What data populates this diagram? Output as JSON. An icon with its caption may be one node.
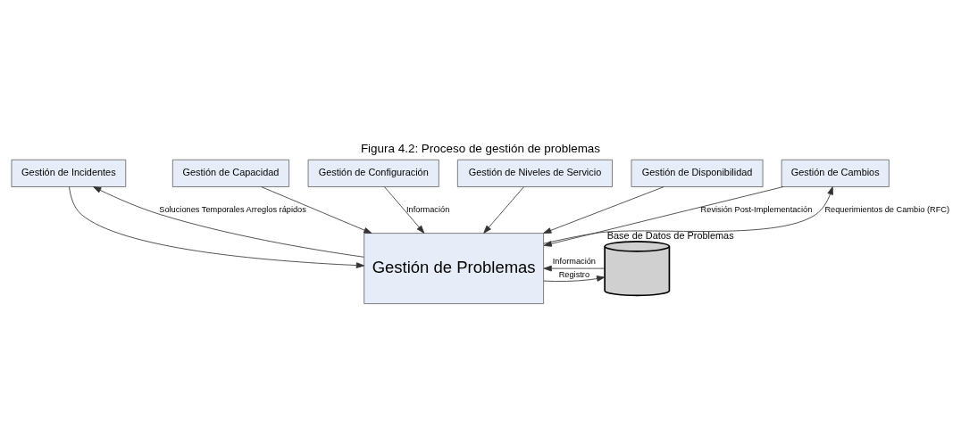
{
  "diagram": {
    "title": "Figura 4.2: Proceso de gestión de problemas",
    "nodes": [
      {
        "text": [
          "Gestión de Incidentes"
        ]
      },
      {
        "text": [
          "Gestión de Capacidad"
        ]
      },
      {
        "text": [
          "Gestión de Configuración"
        ]
      },
      {
        "text": [
          "Gestión de Niveles de Servicio"
        ]
      },
      {
        "text": [
          "Gestión de Disponibilidad"
        ]
      },
      {
        "text": [
          "Gestión de Problemas"
        ]
      },
      {
        "text": [],
        "shape": "cylinder",
        "beside": [
          "Base de Datos de Problemas"
        ]
      },
      {
        "text": [
          "Gestión de Cambios"
        ]
      }
    ],
    "edges": [
      {
        "from": 0,
        "to": 5,
        "arrow": "to"
      },
      {
        "from": 1,
        "to": 5,
        "arrow": "to"
      },
      {
        "from": 2,
        "to": 5,
        "arrow": "to",
        "label": "Información"
      },
      {
        "from": 3,
        "to": 5,
        "arrow": "to"
      },
      {
        "from": 4,
        "to": 5,
        "arrow": "to"
      },
      {
        "from": 5,
        "to": 0,
        "arrow": "to",
        "label": "Soluciones Temporales Arreglos rápidos"
      },
      {
        "from": 5,
        "to": 6,
        "arrow": "to",
        "label": "Registro"
      },
      {
        "from": 6,
        "to": 5,
        "arrow": "to",
        "label": "Información"
      },
      {
        "from": 7,
        "to": 5,
        "arrow": "to",
        "label": "Revisión Post-Implementación"
      },
      {
        "from": 5,
        "to": 7,
        "arrow": "to",
        "label": "Requerimientos de Cambio (RFC)"
      }
    ]
  }
}
